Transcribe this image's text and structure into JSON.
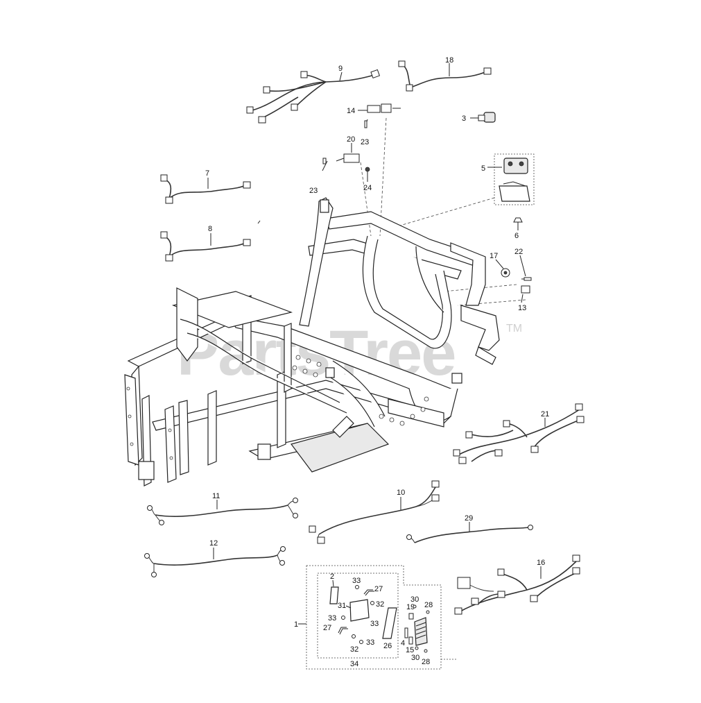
{
  "watermark": {
    "text": "PartsTree",
    "trademark": "TM"
  },
  "callouts": {
    "c1": "1",
    "c2": "2",
    "c3": "3",
    "c4": "4",
    "c5": "5",
    "c6": "6",
    "c7": "7",
    "c8": "8",
    "c9": "9",
    "c10": "10",
    "c11": "11",
    "c12": "12",
    "c13": "13",
    "c14": "14",
    "c15": "15",
    "c16": "16",
    "c17": "17",
    "c18": "18",
    "c19": "19",
    "c20": "20",
    "c21": "21",
    "c22": "22",
    "c23": "23",
    "c24": "24",
    "c26": "26",
    "c27": "27",
    "c28": "28",
    "c29": "29",
    "c30": "30",
    "c31": "31",
    "c32": "32",
    "c33": "33",
    "c34": "34"
  }
}
